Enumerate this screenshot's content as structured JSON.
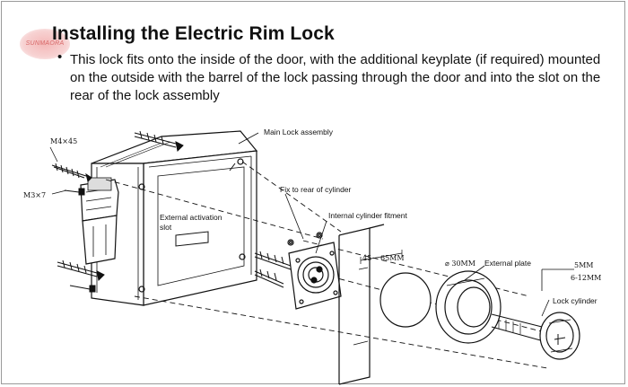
{
  "title": "Installing the Electric Rim Lock",
  "bullet_text": "This lock fits onto the inside of the door, with the additional keyplate (if required) mounted on the outside with the barrel of the lock passing through the door and into the slot on the rear of the lock assembly",
  "watermark_text": "SUNMAORA",
  "labels": {
    "main_lock": "Main Lock assembly",
    "m4x45": "M4×45",
    "m3x7": "M3×7",
    "fix_rear": "Fix to rear of cylinder",
    "internal_fitment": "Internal cylinder fitment",
    "external_slot_1": "External activation",
    "external_slot_2": "slot",
    "dim_45": "45",
    "dim_65": "65MM",
    "dim_30": "⌀ 30MM",
    "external_plate": "External plate",
    "dim_5mm": "5MM",
    "dim_6_12": "6-12MM",
    "lock_cylinder": "Lock cylinder"
  }
}
